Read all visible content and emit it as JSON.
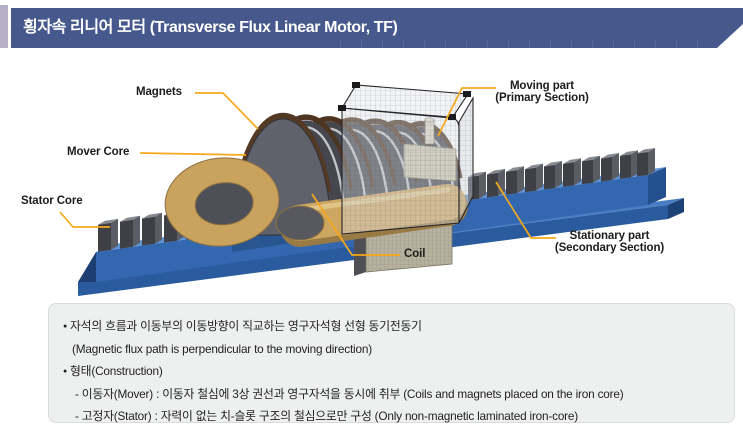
{
  "header": {
    "title": "횡자속 리니어 모터 (Transverse Flux Linear Motor, TF)"
  },
  "colors": {
    "header_bar": "#47598C",
    "header_side_strip": "#B7B1C8",
    "leader_orange": "#F6A81C",
    "rail_blue": "#3368B0",
    "teeth_gray": "#45464E",
    "coil_gold": "#CDA661",
    "info_box_bg": "#EEF0EF",
    "info_box_border": "#D9DCDA",
    "text": "#1F1F1F"
  },
  "diagram": {
    "labels": {
      "magnets": "Magnets",
      "mover_core": "Mover Core",
      "stator_core": "Stator Core",
      "coil": "Coil",
      "moving_part_line1": "Moving part",
      "moving_part_line2": "(Primary Section)",
      "stationary_part_line1": "Stationary part",
      "stationary_part_line2": "(Secondary Section)"
    }
  },
  "info": {
    "lines": [
      {
        "marker": "●",
        "indent": 0,
        "text": "자석의 흐름과 이동부의 이동방향이 직교하는 영구자석형 선형 동기전동기"
      },
      {
        "marker": "",
        "indent": 1,
        "text": "(Magnetic flux path is perpendicular to the moving direction)"
      },
      {
        "marker": "●",
        "indent": 0,
        "text": "형태(Construction)"
      },
      {
        "marker": "",
        "indent": 2,
        "text": "- 이동자(Mover) : 이동자 철심에 3상 권선과 영구자석을 동시에 취부 (Coils and magnets placed on the iron core)"
      },
      {
        "marker": "",
        "indent": 2,
        "text": "- 고정자(Stator) : 자력이 없는 치-슬롯 구조의 철심으로만 구성 (Only non-magnetic laminated iron-core)"
      }
    ]
  }
}
